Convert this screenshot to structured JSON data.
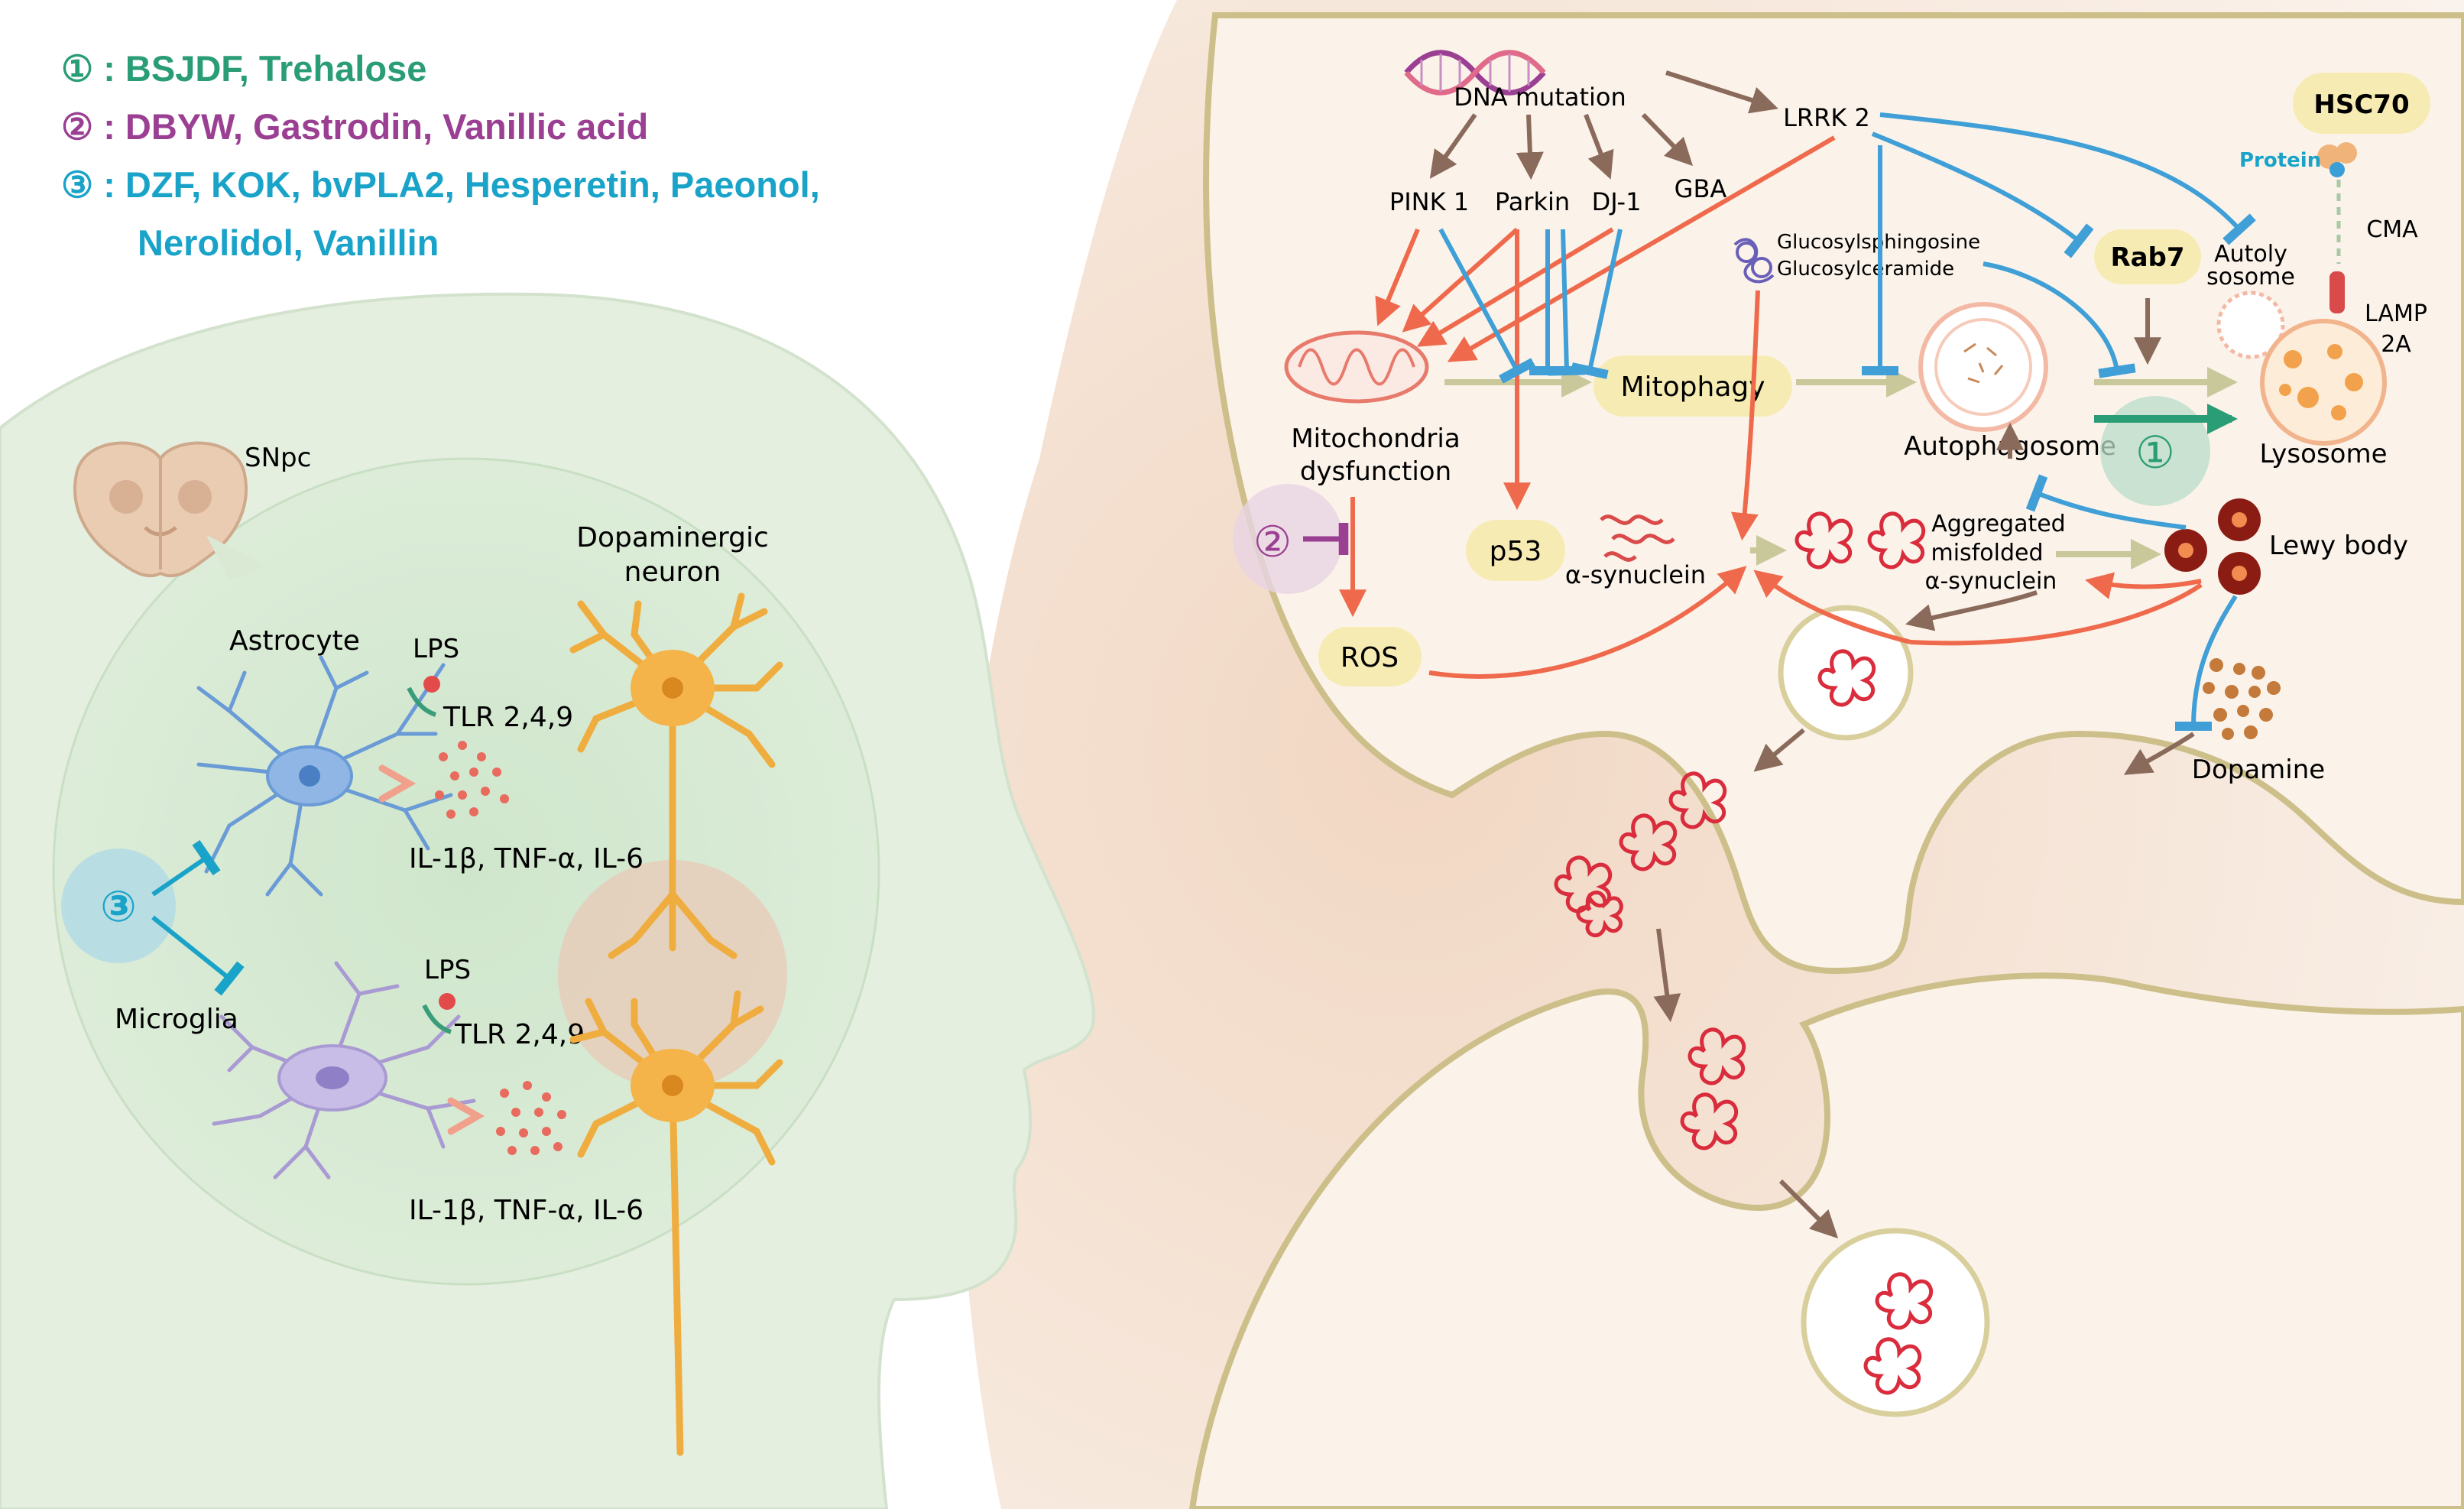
{
  "legend": {
    "item1": {
      "marker": "①",
      "text": ": BSJDF, Trehalose",
      "color": "#2a9d76"
    },
    "item2": {
      "marker": "②",
      "text": ": DBYW, Gastrodin, Vanillic acid",
      "color": "#9b3f93"
    },
    "item3": {
      "marker": "③",
      "text": ": DZF, KOK, bvPLA2, Hesperetin, Paeonol,",
      "color": "#1aa3c9"
    },
    "item3_cont": "Nerolidol, Vanillin"
  },
  "left_panel": {
    "snpc": "SNpc",
    "astrocyte": "Astrocyte",
    "microglia": "Microglia",
    "dopaminergic_line1": "Dopaminergic",
    "dopaminergic_line2": "neuron",
    "lps_top": "LPS",
    "lps_bottom": "LPS",
    "tlr_top": "TLR 2,4,9",
    "tlr_bottom": "TLR 2,4,9",
    "cytokines_top": "IL-1β, TNF-α, IL-6",
    "cytokines_bottom": "IL-1β, TNF-α, IL-6",
    "marker3": "③"
  },
  "pathway": {
    "dna_mutation": "DNA mutation",
    "lrrk2": "LRRK 2",
    "pink1": "PINK 1",
    "parkin": "Parkin",
    "dj1": "DJ-1",
    "gba": "GBA",
    "glucosylsphingosine": "Glucosylsphingosine",
    "glucosylceramide": "Glucosylceramide",
    "rab7": "Rab7",
    "autolysosome_line1": "Autoly",
    "autolysosome_line2": "sosome",
    "hsc70": "HSC70",
    "protein": "Protein",
    "cma": "CMA",
    "lamp_line1": "LAMP",
    "lamp_line2": "2A",
    "mitochondria_line1": "Mitochondria",
    "mitochondria_line2": "dysfunction",
    "mitophagy": "Mitophagy",
    "autophagosome": "Autophagosome",
    "marker1": "①",
    "lysosome": "Lysosome",
    "marker2": "②",
    "p53": "p53",
    "alpha_synuclein": "α-synuclein",
    "aggregated_line1": "Aggregated",
    "aggregated_line2": "misfolded",
    "aggregated_line3": "α-synuclein",
    "lewy_body": "Lewy body",
    "ros": "ROS",
    "dopamine": "Dopamine"
  },
  "colors": {
    "activation_red": "#ef6a4c",
    "inhibition_blue": "#3f9fd6",
    "flow_brown": "#8a6a5a",
    "flow_olive": "#c9c89a",
    "pill_fill": "#f7ebb4",
    "head_green": "#e3efdf",
    "cell_bg": "#f9efe6"
  }
}
